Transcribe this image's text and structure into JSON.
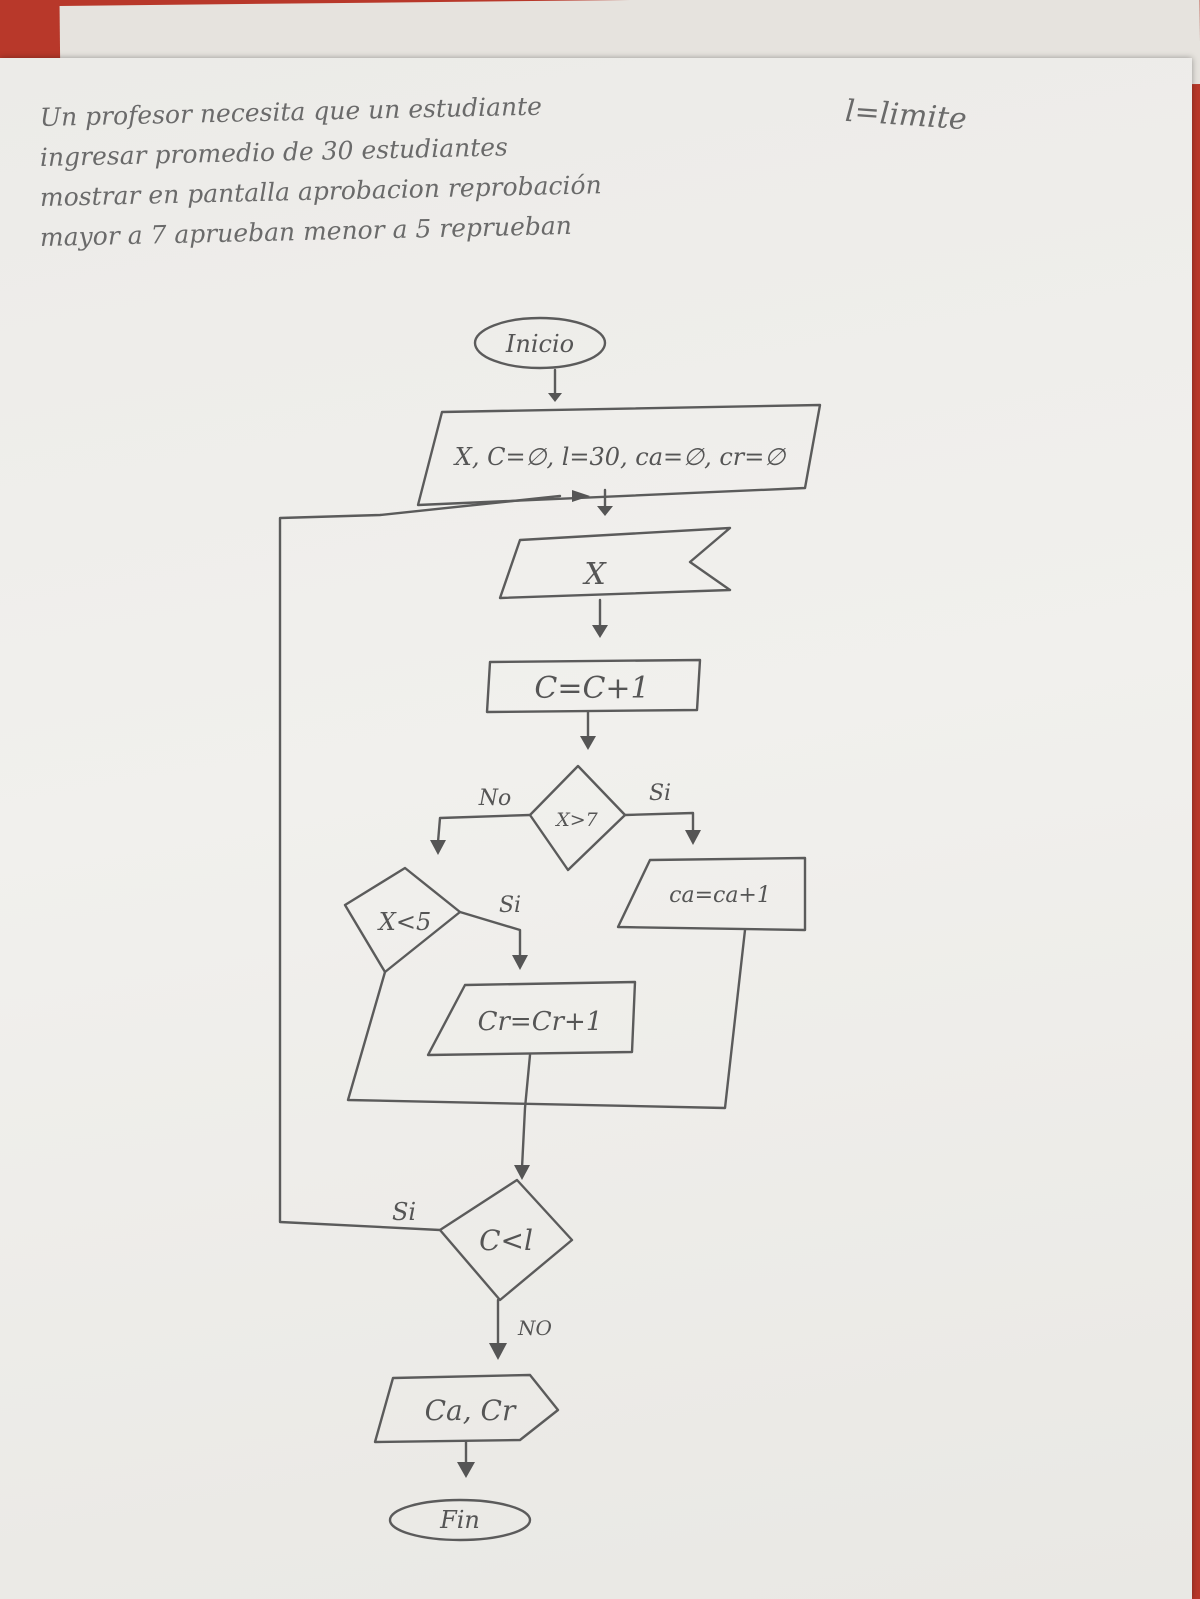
{
  "problem_text": {
    "line1": "Un profesor necesita que un estudiante",
    "line2": "ingresar promedio de 30 estudiantes",
    "line3": "mostrar en pantalla aprobacion reprobación",
    "line4": "mayor a 7 aprueban menor a 5 reprueban"
  },
  "note": "l=limite",
  "flowchart": {
    "start": "Inicio",
    "init": "X, C=∅, l=30, ca=∅, cr=∅",
    "input": "X",
    "increment": "C=C+1",
    "decision1": "X>7",
    "decision1_no": "No",
    "decision1_yes": "Si",
    "approve": "ca=ca+1",
    "decision2": "X<5",
    "decision2_yes": "Si",
    "reprove": "Cr=Cr+1",
    "decision3": "C<l",
    "decision3_yes": "Si",
    "decision3_no": "NO",
    "output": "Ca, Cr",
    "end": "Fin"
  }
}
